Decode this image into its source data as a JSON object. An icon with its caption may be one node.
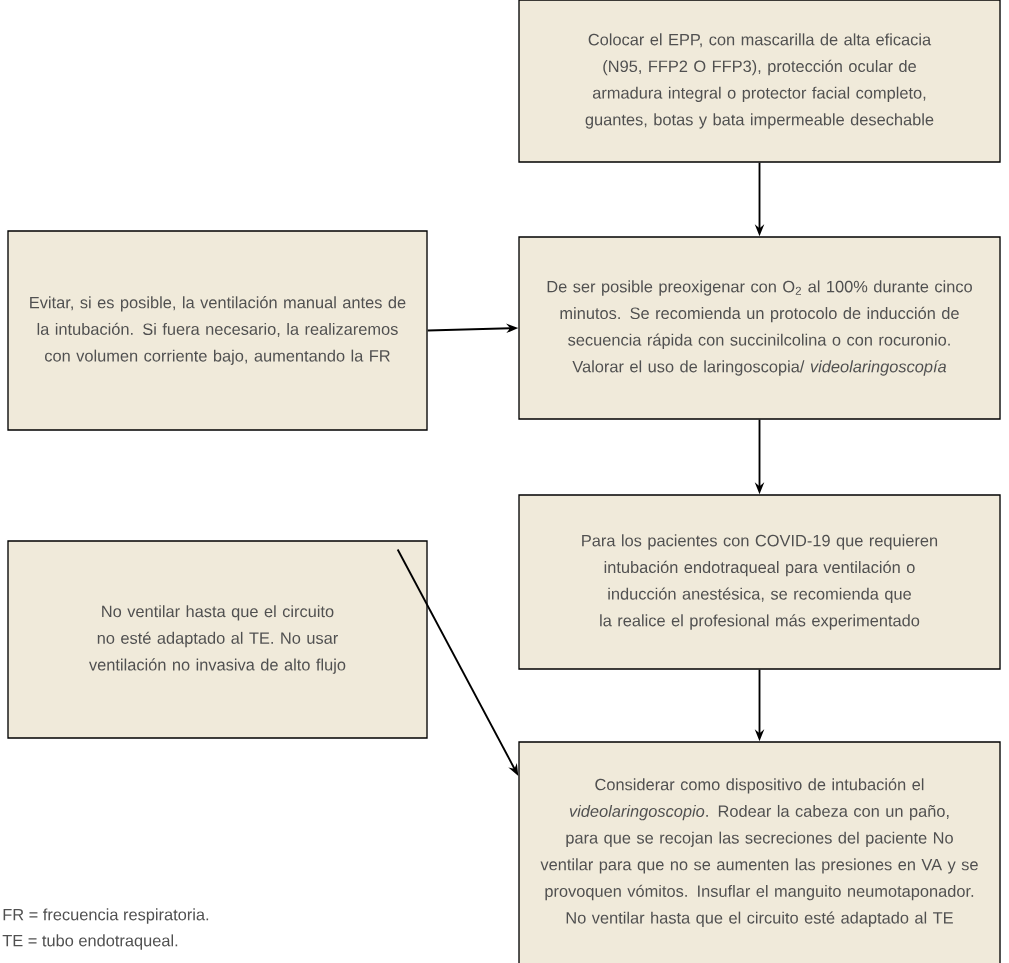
{
  "diagram": {
    "nodes": [
      {
        "text": [
          "Colocar el EPP, con mascarilla de alta eficacia (N95, FFP2 O FFP3), protección ocular de armadura integral o protector facial completo, guantes, botas y bata impermeable desechable"
        ]
      },
      {
        "text": [
          "De ser posible preoxigenar con O$_{2}$ al 100% durante cinco minutos. Se recomienda un protocolo de inducción de secuencia rápida con succinilcolina o con rocuronio. Valorar el uso de laringoscopia/ *videolaringoscopía*"
        ]
      },
      {
        "text": [
          "Para los pacientes con COVID-19 que requieren intubación endotraqueal para ventilación o inducción anestésica, se recomienda que la realice el profesional más experimentado"
        ]
      },
      {
        "text": [
          "Considerar como dispositivo de intubación el *videolaringoscopio*. Rodear la cabeza con un paño, para que se recojan las secreciones del paciente No ventilar para que no se aumenten las presiones en VA y se provoquen vómitos. Insuflar el manguito neumotaponador. No ventilar hasta que el circuito esté adaptado al TE"
        ]
      },
      {
        "text": [
          "Evitar, si es posible, la ventilación manual antes de la intubación. Si fuera necesario, la realizaremos con volumen corriente bajo, aumentando la FR"
        ]
      },
      {
        "text": [
          "No ventilar hasta que el circuito no esté adaptado al TE. No usar ventilación no invasiva de alto flujo"
        ]
      }
    ],
    "edges": [
      {
        "from": 0,
        "to": 1,
        "arrow": "to"
      },
      {
        "from": 4,
        "to": 1,
        "arrow": "to"
      },
      {
        "from": 1,
        "to": 2,
        "arrow": "to"
      },
      {
        "from": 2,
        "to": 3,
        "arrow": "to"
      },
      {
        "from": 5,
        "to": 3,
        "arrow": "to"
      }
    ],
    "labels": [
      "FR = frecuencia respiratoria.",
      "TE = tubo endotraqueal."
    ]
  }
}
